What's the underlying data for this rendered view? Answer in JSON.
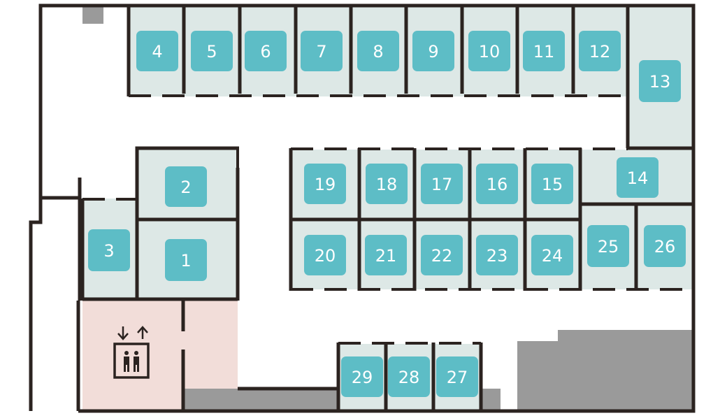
{
  "colors": {
    "wall": "#2b2320",
    "stall": "#dde8e6",
    "badge": "#5dbdc6",
    "badge_text": "#ffffff",
    "elevator_area": "#f2ddd9",
    "fixed_block": "#9a9a9a"
  },
  "icons": [
    "arrow-down-icon",
    "arrow-up-icon",
    "elevator-icon"
  ],
  "stalls": [
    {
      "label": "1"
    },
    {
      "label": "2"
    },
    {
      "label": "3"
    },
    {
      "label": "4"
    },
    {
      "label": "5"
    },
    {
      "label": "6"
    },
    {
      "label": "7"
    },
    {
      "label": "8"
    },
    {
      "label": "9"
    },
    {
      "label": "10"
    },
    {
      "label": "11"
    },
    {
      "label": "12"
    },
    {
      "label": "13"
    },
    {
      "label": "14"
    },
    {
      "label": "15"
    },
    {
      "label": "16"
    },
    {
      "label": "17"
    },
    {
      "label": "18"
    },
    {
      "label": "19"
    },
    {
      "label": "20"
    },
    {
      "label": "21"
    },
    {
      "label": "22"
    },
    {
      "label": "23"
    },
    {
      "label": "24"
    },
    {
      "label": "25"
    },
    {
      "label": "26"
    },
    {
      "label": "27"
    },
    {
      "label": "28"
    },
    {
      "label": "29"
    }
  ]
}
